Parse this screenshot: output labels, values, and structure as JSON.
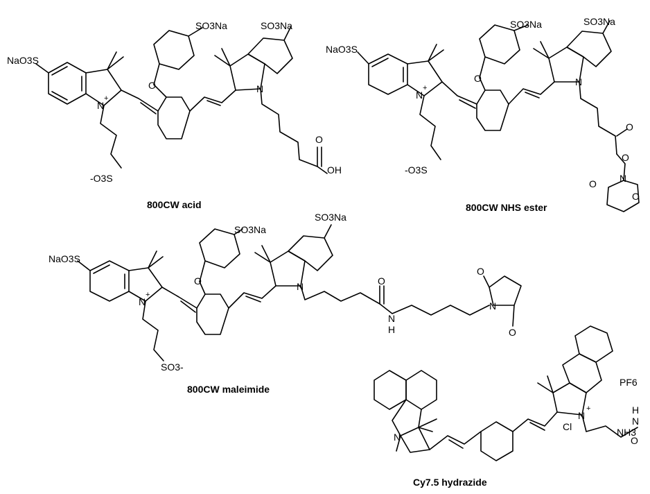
{
  "molecules": [
    {
      "caption": "800CW acid",
      "labels": {
        "left_sulfonate": "NaO3S",
        "top_sulfonate_a": "SO3Na",
        "top_sulfonate_b": "SO3Na",
        "oxygen": "O",
        "n_plus": "N",
        "n_right": "N",
        "sulfonate_chain": "-O3S",
        "acid_o": "O",
        "acid_oh": "OH",
        "plus": "+"
      }
    },
    {
      "caption": "800CW NHS ester",
      "labels": {
        "left_sulfonate": "NaO3S",
        "top_sulfonate_a": "SO3Na",
        "top_sulfonate_b": "SO3Na",
        "oxygen": "O",
        "n_plus": "N",
        "n_right": "N",
        "sulfonate_chain": "-O3S",
        "ester_o": "O",
        "ester_o2": "O",
        "nhs_n": "N",
        "nhs_o1": "O",
        "nhs_o2": "O",
        "plus": "+"
      }
    },
    {
      "caption": "800CW maleimide",
      "labels": {
        "left_sulfonate": "NaO3S",
        "top_sulfonate_a": "SO3Na",
        "top_sulfonate_b": "SO3Na",
        "oxygen": "O",
        "n_plus": "N",
        "n_right": "N",
        "sulfonate_chain": "SO3-",
        "amide_o": "O",
        "amide_n": "N",
        "amide_h": "H",
        "mal_n": "N",
        "mal_o1": "O",
        "mal_o2": "O",
        "plus": "+"
      }
    },
    {
      "caption": "Cy7.5 hydrazide",
      "labels": {
        "n_left": "N",
        "n_plus": "N",
        "plus": "+",
        "chloride": "Cl",
        "counterion": "PF6",
        "hydrazide_o": "O",
        "hydrazide_nh": "N",
        "hydrazide_h": "H",
        "hydrazide_nh3": "NH3"
      }
    }
  ]
}
